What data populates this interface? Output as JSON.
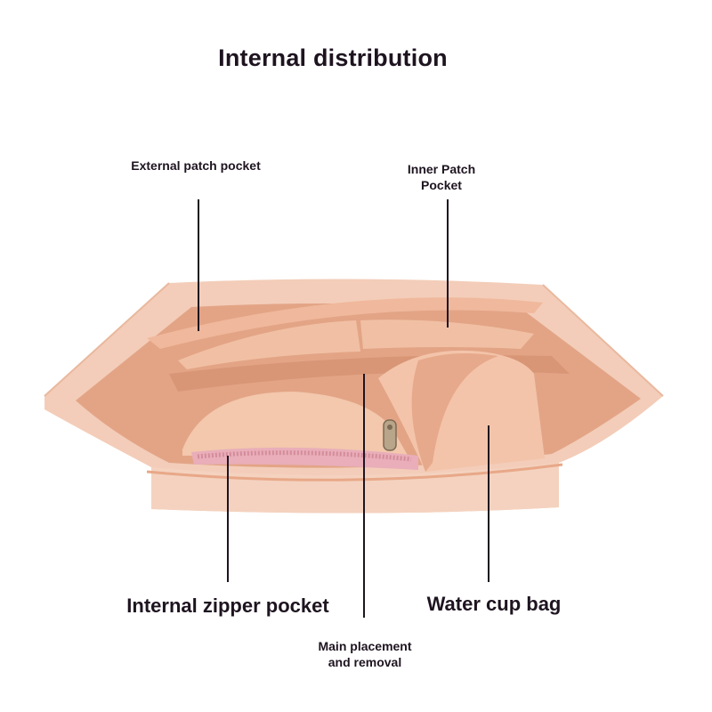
{
  "title": "Internal distribution",
  "labels": {
    "external_patch_pocket": "External patch pocket",
    "inner_patch_pocket_line1": "Inner Patch",
    "inner_patch_pocket_line2": "Pocket",
    "internal_zipper_pocket": "Internal zipper pocket",
    "water_cup_bag": "Water cup bag",
    "main_placement_line1": "Main placement",
    "main_placement_line2": "and removal"
  },
  "colors": {
    "felt_light": "#f3cdb9",
    "felt_mid": "#eab295",
    "felt_dark": "#d99575",
    "felt_shadow": "#c98262",
    "zipper": "#e9aeb9",
    "text": "#1e1420"
  }
}
